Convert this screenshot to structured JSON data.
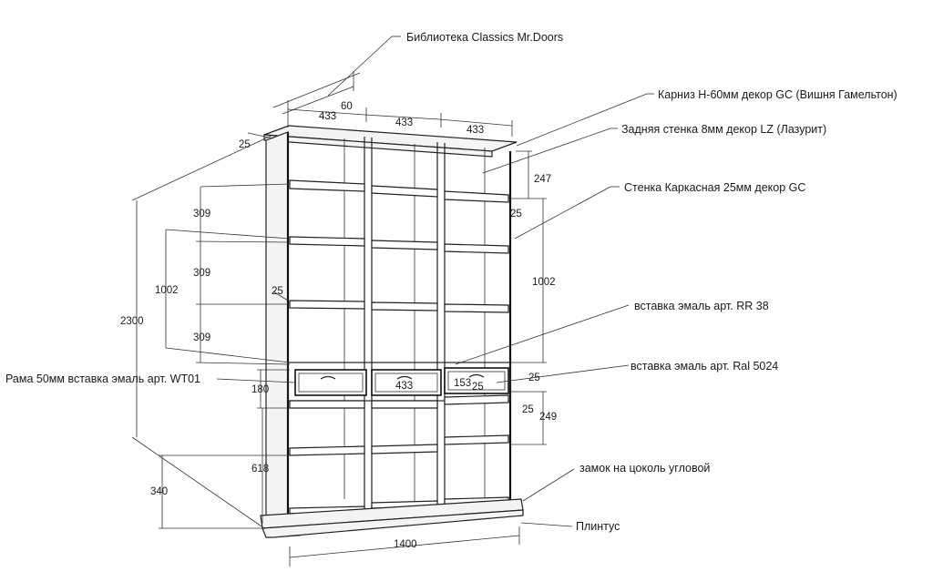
{
  "labels": {
    "title": "Библиотека Classics Mr.Doors",
    "cornice": "Карниз Н-60мм  декор GC (Вишня Гамельтон)",
    "back_wall": "Задняя стенка 8мм декор  LZ (Лазурит)",
    "frame_wall": "Стенка Каркасная 25мм декор  GC",
    "insert_rr38": "вставка эмаль арт. RR 38",
    "insert_ral5024": "вставка эмаль арт. Ral 5024",
    "frame_wt01": "Рама 50мм вставка эмаль арт. WT01",
    "plinth_lock": "замок на цоколь угловой",
    "plinth": "Плинтус"
  },
  "dimensions": {
    "depth_60": "60",
    "depth_433_left": "433",
    "width_433_mid": "433",
    "width_433_right": "433",
    "cornice_25": "25",
    "top_247": "247",
    "side_25_top": "25",
    "shelf_309_a": "309",
    "shelf_309_b": "309",
    "shelf_309_c": "309",
    "section_1002_left": "1002",
    "section_1002_right": "1002",
    "total_2300": "2300",
    "mid_25": "25",
    "drawer_180": "180",
    "drawer_433": "433",
    "drawer_153": "153",
    "drawer_25": "25",
    "drawer_side_25": "25",
    "lower_25": "25",
    "lower_249": "249",
    "base_618": "618",
    "base_340": "340",
    "width_1400": "1400"
  }
}
